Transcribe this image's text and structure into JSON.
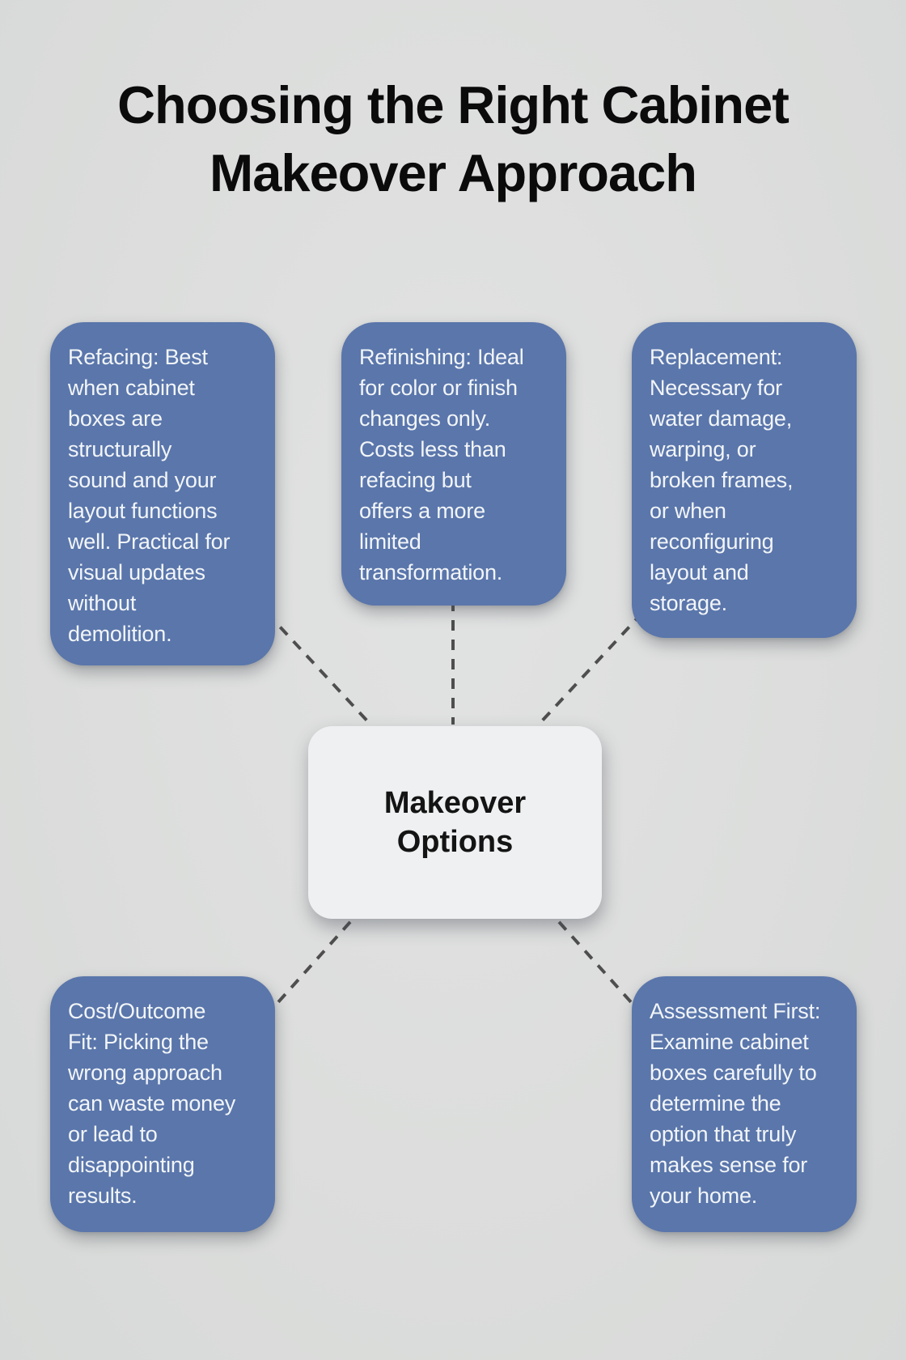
{
  "title": "Choosing the Right Cabinet\nMakeover Approach",
  "center": {
    "id": "makeover-options",
    "label": "Makeover\nOptions"
  },
  "nodes": [
    {
      "id": "refacing",
      "text": "Refacing: Best\nwhen cabinet\nboxes are\nstructurally\nsound and your\nlayout functions\nwell. Practical for\nvisual updates\nwithout\ndemolition."
    },
    {
      "id": "refinishing",
      "text": "Refinishing: Ideal\nfor color or finish\nchanges only.\nCosts less than\nrefacing but\noffers a more\nlimited\ntransformation."
    },
    {
      "id": "replacement",
      "text": "Replacement:\nNecessary for\nwater damage,\nwarping, or\nbroken frames,\nor when\nreconfiguring\nlayout and\nstorage."
    },
    {
      "id": "cost-outcome-fit",
      "text": "Cost/Outcome\nFit: Picking the\nwrong approach\ncan waste money\nor lead to\ndisappointing\nresults."
    },
    {
      "id": "assessment-first",
      "text": "Assessment First:\nExamine cabinet\nboxes carefully to\ndetermine the\noption that truly\nmakes sense for\nyour home."
    }
  ],
  "connectors": [
    {
      "from": "makeover-options",
      "to": "refacing",
      "style": "dashed"
    },
    {
      "from": "makeover-options",
      "to": "refinishing",
      "style": "dashed"
    },
    {
      "from": "makeover-options",
      "to": "replacement",
      "style": "dashed"
    },
    {
      "from": "makeover-options",
      "to": "cost-outcome-fit",
      "style": "dashed"
    },
    {
      "from": "makeover-options",
      "to": "assessment-first",
      "style": "dashed"
    }
  ],
  "colors": {
    "background": "#dcdddc",
    "node_fill": "#5a76ab",
    "node_text": "#f2f5f8",
    "center_fill": "#eef0f1",
    "center_text": "#141414",
    "connector": "#4e4e4e",
    "title_color": "#0b0b0b"
  }
}
